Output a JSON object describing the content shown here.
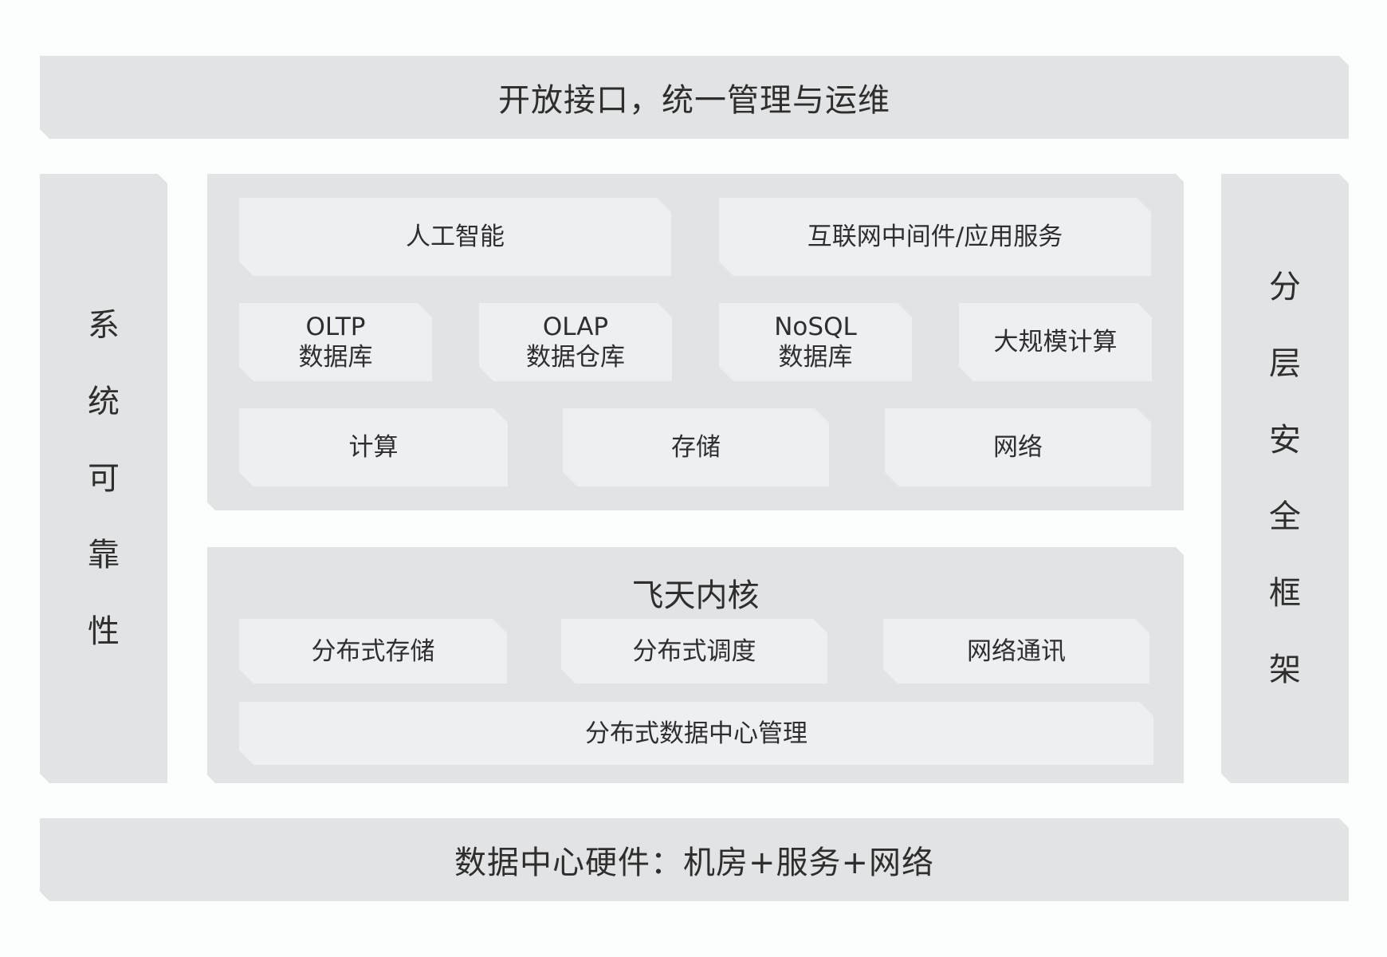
{
  "top_band": {
    "label": "开放接口，统一管理与运维"
  },
  "bottom_band": {
    "label": "数据中心硬件：机房+服务+网络"
  },
  "left_side": {
    "chars": [
      "系",
      "统",
      "可",
      "靠",
      "性"
    ]
  },
  "right_side": {
    "chars": [
      "分",
      "层",
      "安",
      "全",
      "框",
      "架"
    ]
  },
  "upper_panel": {
    "row1": [
      "人工智能",
      "互联网中间件/应用服务"
    ],
    "row2": [
      {
        "line1": "OLTP",
        "line2": "数据库"
      },
      {
        "line1": "OLAP",
        "line2": "数据仓库"
      },
      {
        "line1": "NoSQL",
        "line2": "数据库"
      },
      {
        "line1": "大规模计算",
        "line2": ""
      }
    ],
    "row3": [
      "计算",
      "存储",
      "网络"
    ]
  },
  "kernel_panel": {
    "title": "飞天内核",
    "row1": [
      "分布式存储",
      "分布式调度",
      "网络通讯"
    ],
    "row2": "分布式数据中心管理"
  }
}
